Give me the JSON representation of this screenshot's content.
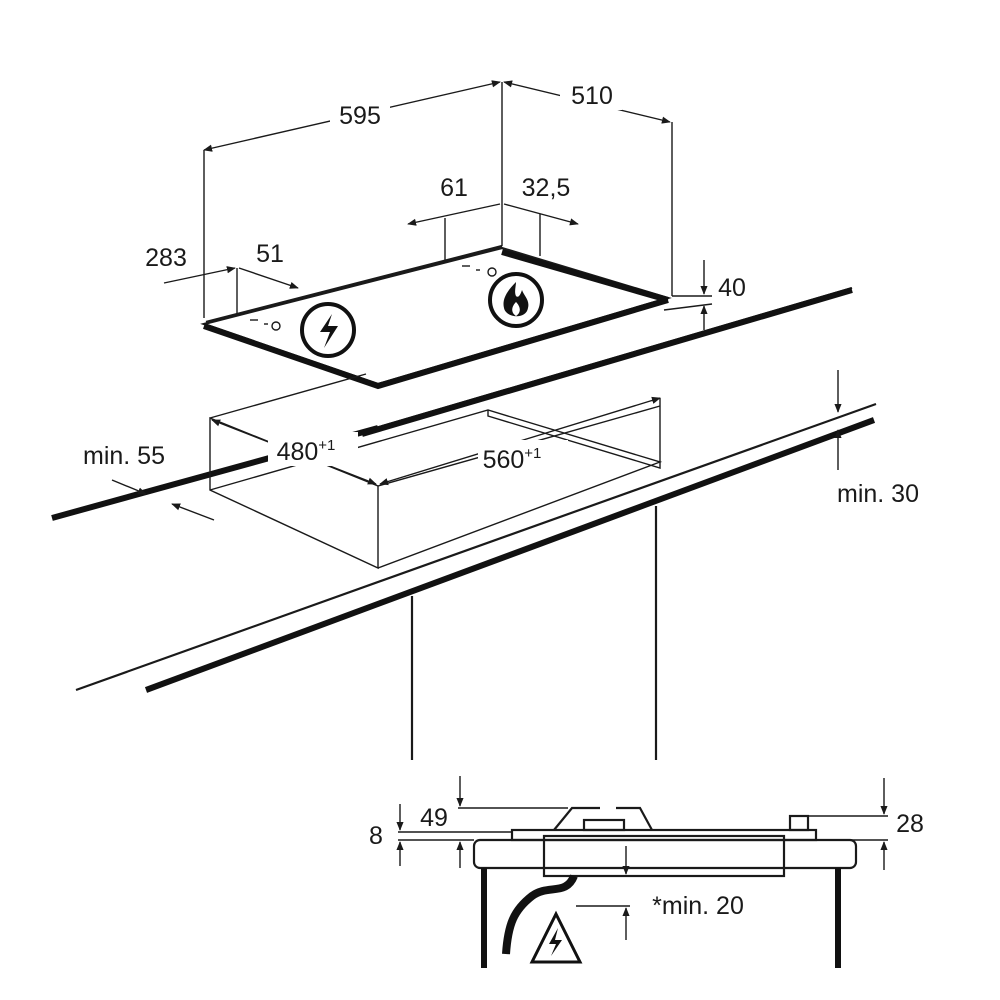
{
  "dimensions": {
    "width_total": "595",
    "depth_total": "510",
    "left_rear_offset": "283",
    "left_knob_offset": "51",
    "right_rear_offset": "61",
    "right_knob_offset": "32,5",
    "height_top": "40",
    "side_clearance": "min. 55",
    "cutout_depth": "480",
    "cutout_depth_tol": "+1",
    "cutout_width": "560",
    "cutout_width_tol": "+1",
    "worktop_thickness": "min. 30",
    "section_gap": "8",
    "burner_height": "49",
    "knob_height": "28",
    "min_below": "*min. 20"
  },
  "icons": [
    "electric-warning-icon",
    "gas-flame-icon",
    "electric-hazard-triangle-icon"
  ],
  "colors": {
    "line": "#1a1a1a",
    "background": "#ffffff"
  }
}
